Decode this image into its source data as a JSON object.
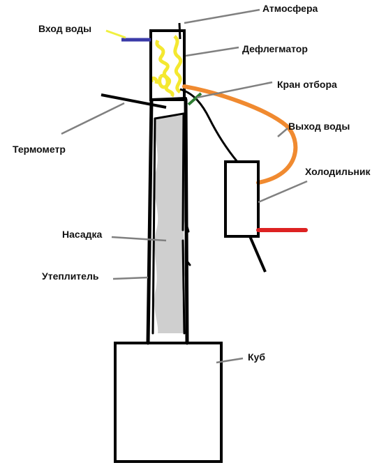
{
  "labels": {
    "atmosphere": "Атмосфера",
    "water_in": "Вход воды",
    "dephlegmator": "Дефлегматор",
    "tap": "Кран отбора",
    "water_out": "Выход воды",
    "thermometer": "Термометр",
    "cooler": "Холодильник",
    "packing": "Насадка",
    "insulation": "Утеплитель",
    "cube": "Куб"
  },
  "colors": {
    "outline": "#000000",
    "leader": "#808080",
    "water_in_pipe": "#3a3aa8",
    "water_in_tip": "#f0f040",
    "dephlegmator_fill": "#f4e830",
    "water_out_pipe": "#f08a30",
    "tap_valve": "#2e7d32",
    "cooler_outlet": "#dd2222",
    "packing_fill": "#cfcfcf"
  }
}
